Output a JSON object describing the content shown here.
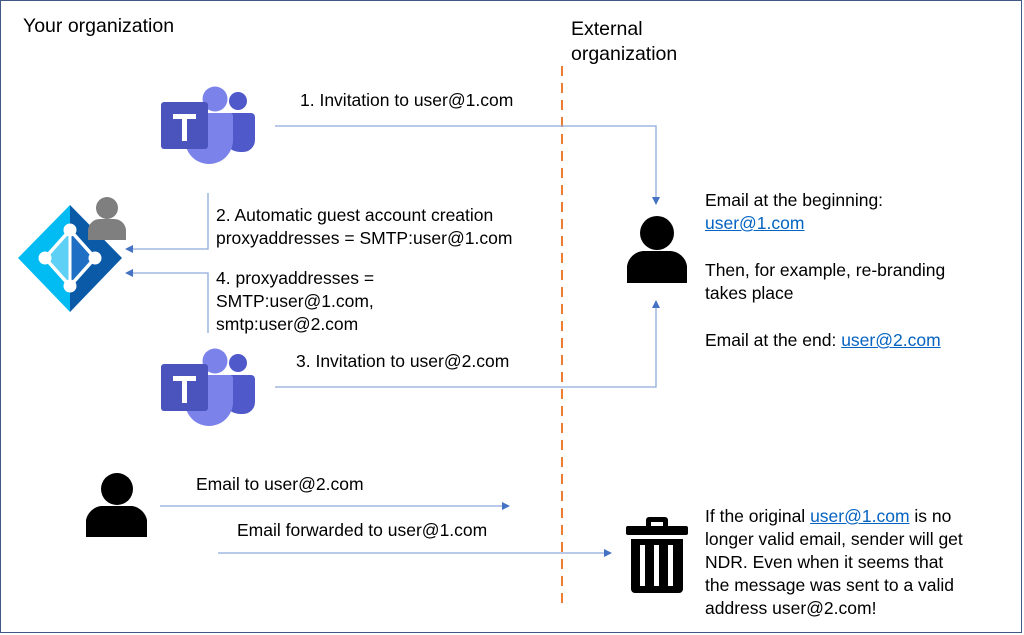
{
  "headings": {
    "left": "Your organization",
    "right_line1": "External",
    "right_line2": "organization"
  },
  "steps": {
    "step1": "1. Invitation to user@1.com",
    "step2_line1": "2. Automatic guest account creation",
    "step2_line2": "proxyaddresses = SMTP:user@1.com",
    "step3": "3. Invitation to user@2.com",
    "step4_line1": "4. proxyaddresses =",
    "step4_line2": "SMTP:user@1.com,",
    "step4_line3": "smtp:user@2.com"
  },
  "email_flow": {
    "email_to": "Email to user@2.com",
    "email_forwarded": "Email forwarded to user@1.com"
  },
  "external_user": {
    "beginning_label": "Email at the beginning:",
    "beginning_email": "user@1.com",
    "rebranding_line1": "Then, for example, re-branding",
    "rebranding_line2": "takes place",
    "end_label": "Email at the end: ",
    "end_email": "user@2.com"
  },
  "ndr_note": {
    "line1_prefix": "If the original ",
    "line1_link": "user@1.com",
    "line1_suffix": " is no",
    "line2": "longer valid email, sender will get",
    "line3": "NDR. Even when it seems that",
    "line4": "the message was sent to a valid",
    "line5": "address user@2.com!"
  },
  "icons": {
    "teams": "microsoft-teams-icon",
    "azure_ad": "azure-active-directory-icon",
    "guest_user": "person-icon",
    "trash": "trash-icon"
  },
  "colors": {
    "connector": "#8eaadb",
    "arrowhead": "#4472c4",
    "boundary": "#ed7d31",
    "link": "#0563c1",
    "teams_dark": "#4b53bc",
    "teams_light": "#7b83eb",
    "azure_light": "#00bcf2",
    "azure_dark": "#0a5aa8"
  }
}
